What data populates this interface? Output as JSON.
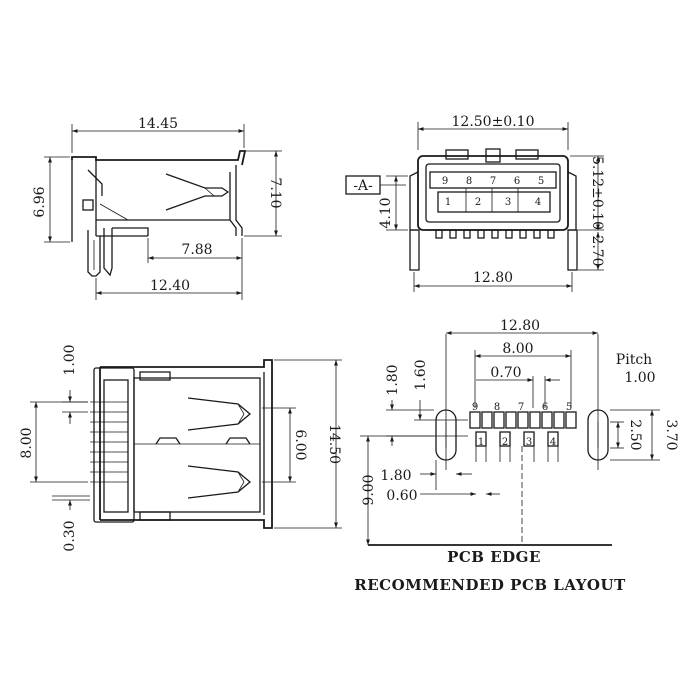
{
  "side_view": {
    "dims": {
      "length": "14.45",
      "height": "6.96",
      "overall_height": "7.10",
      "post_offset": "7.88",
      "base_length": "12.40"
    }
  },
  "front_view": {
    "dims": {
      "width": "12.50±0.10",
      "height": "5.12±0.10",
      "upper_height": "4.10",
      "leg": "2.70",
      "leg_span": "12.80"
    },
    "datum": "-A-",
    "pins_top": [
      "9",
      "8",
      "7",
      "6",
      "5"
    ],
    "pins_bottom": [
      "1",
      "2",
      "3",
      "4"
    ]
  },
  "top_view": {
    "dims": {
      "pin_spacing": "1.00",
      "pin_span": "8.00",
      "thickness": "0.30",
      "slot_width": "6.00",
      "depth": "14.50"
    }
  },
  "pcb_layout": {
    "dims": {
      "hole_span": "12.80",
      "pin_span": "8.00",
      "pitch_half": "0.70",
      "offset_a": "1.80",
      "offset_b": "1.60",
      "hole_len": "2.50",
      "slot_len": "3.70",
      "row_gap": "1.80",
      "pad_width": "0.60",
      "edge_distance": "9.00"
    },
    "pitch_label": "Pitch",
    "pitch_value": "1.00",
    "pins_top": [
      "9",
      "8",
      "7",
      "6",
      "5"
    ],
    "pins_bottom": [
      "1",
      "2",
      "3",
      "4"
    ],
    "edge_label": "PCB EDGE",
    "title": "RECOMMENDED PCB LAYOUT"
  }
}
